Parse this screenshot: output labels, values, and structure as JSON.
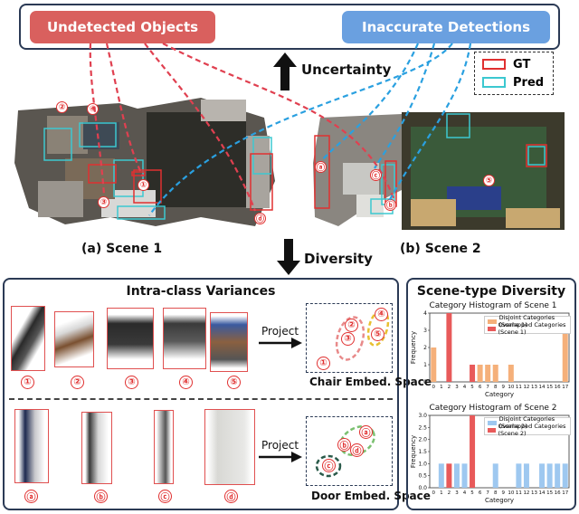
{
  "top": {
    "undetected_label": "Undetected Objects",
    "inaccurate_label": "Inaccurate Detections",
    "uncertainty_label": "Uncertainty",
    "diversity_label": "Diversity"
  },
  "legend": {
    "gt_label": "GT",
    "pred_label": "Pred",
    "gt_color": "#e03030",
    "pred_color": "#3cc8d0"
  },
  "scenes": {
    "scene1_label": "(a) Scene 1",
    "scene2_label": "(b) Scene 2",
    "scene1_badges": [
      "②",
      "④",
      "①",
      "③",
      "ⓓ"
    ],
    "scene2_badges": [
      "ⓐ",
      "ⓒ",
      "ⓑ",
      "⑤"
    ]
  },
  "intra": {
    "title": "Intra-class Variances",
    "chair_badges": [
      "①",
      "②",
      "③",
      "④",
      "⑤"
    ],
    "door_badges": [
      "ⓐ",
      "ⓑ",
      "ⓒ",
      "ⓓ"
    ],
    "project_label": "Project",
    "chair_space_bold": "Chair",
    "door_space_bold": "Door",
    "space_suffix": "Embed. Space"
  },
  "scenetype": {
    "title": "Scene-type Diversity"
  },
  "chart_data": [
    {
      "type": "bar",
      "title": "Category Histogram of Scene 1",
      "xlabel": "Category",
      "ylabel": "Frequency",
      "categories": [
        "0",
        "1",
        "2",
        "3",
        "4",
        "5",
        "6",
        "7",
        "8",
        "9",
        "10",
        "11",
        "12",
        "13",
        "14",
        "15",
        "16",
        "17"
      ],
      "ylim": [
        0,
        4
      ],
      "yticks": [
        "0",
        "1",
        "2",
        "3",
        "4"
      ],
      "series": [
        {
          "name": "Disjoint Categories (Scene 1)",
          "color": "#f5b07a",
          "values": [
            2,
            0,
            0,
            0,
            0,
            0,
            1,
            1,
            1,
            0,
            1,
            0,
            0,
            0,
            0,
            0,
            0,
            3
          ]
        },
        {
          "name": "Overlapped Categories (Scene 1)",
          "color": "#e85a5a",
          "values": [
            0,
            0,
            4,
            0,
            0,
            1,
            0,
            0,
            0,
            0,
            0,
            0,
            0,
            0,
            0,
            0,
            0,
            0
          ]
        }
      ]
    },
    {
      "type": "bar",
      "title": "Category Histogram of Scene 2",
      "xlabel": "Category",
      "ylabel": "Frequency",
      "categories": [
        "0",
        "1",
        "2",
        "3",
        "4",
        "5",
        "6",
        "7",
        "8",
        "9",
        "10",
        "11",
        "12",
        "13",
        "14",
        "15",
        "16",
        "17"
      ],
      "ylim": [
        0,
        3
      ],
      "yticks": [
        "0.0",
        "0.5",
        "1.0",
        "1.5",
        "2.0",
        "2.5",
        "3.0"
      ],
      "series": [
        {
          "name": "Disjoint Categories (Scene 2)",
          "color": "#9ec8f0",
          "values": [
            0,
            1,
            0,
            1,
            1,
            0,
            0,
            0,
            1,
            0,
            0,
            1,
            1,
            0,
            1,
            1,
            1,
            1
          ]
        },
        {
          "name": "Overlapped Categories (Scene 2)",
          "color": "#e85a5a",
          "values": [
            0,
            0,
            1,
            0,
            0,
            3,
            0,
            0,
            0,
            0,
            0,
            0,
            0,
            0,
            0,
            0,
            0,
            0
          ]
        }
      ]
    }
  ]
}
